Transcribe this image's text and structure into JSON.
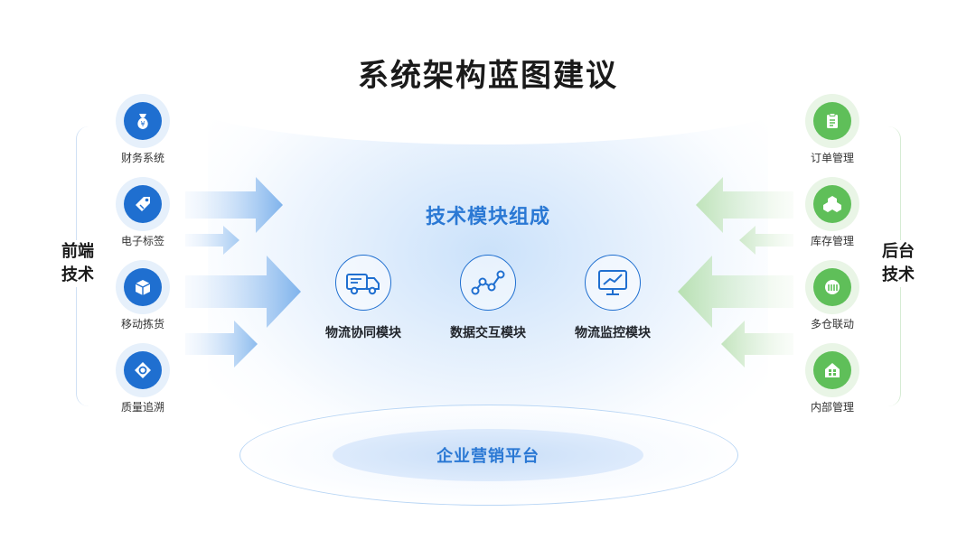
{
  "title": "系统架构蓝图建议",
  "center": {
    "title": "技术模块组成",
    "modules": [
      {
        "label": "物流协同模块",
        "icon": "truck-icon"
      },
      {
        "label": "数据交互模块",
        "icon": "data-graph-icon"
      },
      {
        "label": "物流监控模块",
        "icon": "monitor-chart-icon"
      }
    ]
  },
  "platform": {
    "label": "企业营销平台"
  },
  "left": {
    "label_line1": "前端",
    "label_line2": "技术",
    "items": [
      {
        "label": "财务系统",
        "icon": "money-bag-icon"
      },
      {
        "label": "电子标签",
        "icon": "tag-icon"
      },
      {
        "label": "移动拣货",
        "icon": "box-icon"
      },
      {
        "label": "质量追溯",
        "icon": "trace-icon"
      }
    ]
  },
  "right": {
    "label_line1": "后台",
    "label_line2": "技术",
    "items": [
      {
        "label": "订单管理",
        "icon": "clipboard-icon"
      },
      {
        "label": "库存管理",
        "icon": "boxes-icon"
      },
      {
        "label": "多仓联动",
        "icon": "warehouse-icon"
      },
      {
        "label": "内部管理",
        "icon": "building-icon"
      }
    ]
  },
  "colors": {
    "front_blue": "#1f6fd0",
    "back_green": "#5fbf59",
    "accent_text": "#2a78d4"
  }
}
